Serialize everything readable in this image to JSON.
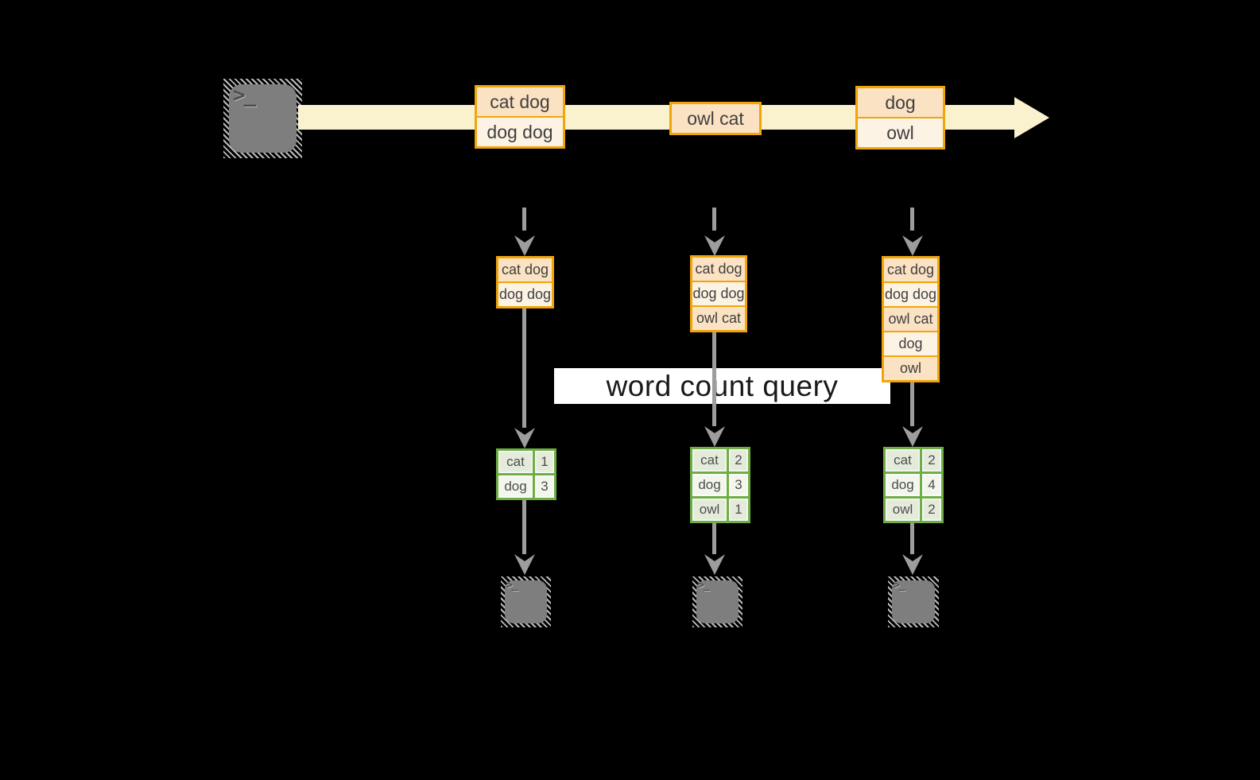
{
  "banner": {
    "label": "word count query"
  },
  "terminal": {
    "glyph": ">_"
  },
  "stream": {
    "batches": [
      {
        "rows": [
          "cat dog",
          "dog dog"
        ]
      },
      {
        "rows": [
          "owl cat"
        ]
      },
      {
        "rows": [
          "dog",
          "owl"
        ]
      }
    ]
  },
  "columns": [
    {
      "stack": [
        "cat dog",
        "dog dog"
      ],
      "counts": [
        [
          "cat",
          "1"
        ],
        [
          "dog",
          "3"
        ]
      ]
    },
    {
      "stack": [
        "cat dog",
        "dog dog",
        "owl cat"
      ],
      "counts": [
        [
          "cat",
          "2"
        ],
        [
          "dog",
          "3"
        ],
        [
          "owl",
          "1"
        ]
      ]
    },
    {
      "stack": [
        "cat dog",
        "dog dog",
        "owl cat",
        "dog",
        "owl"
      ],
      "counts": [
        [
          "cat",
          "2"
        ],
        [
          "dog",
          "4"
        ],
        [
          "owl",
          "2"
        ]
      ]
    }
  ],
  "colors": {
    "background": "#000000",
    "stream_band": "#faf2cf",
    "batch_border": "#f0a50a",
    "batch_fill_peach": "#fbe2c3",
    "batch_fill_cream": "#fdf3e4",
    "table_border": "#6fae44",
    "table_fill_dark": "#e4ebdb",
    "table_fill_light": "#f2f6ec",
    "arrow_gray": "#9d9d9d",
    "terminal_gray": "#7e7e7e",
    "banner_bg": "#ffffff",
    "banner_text": "#191919"
  }
}
